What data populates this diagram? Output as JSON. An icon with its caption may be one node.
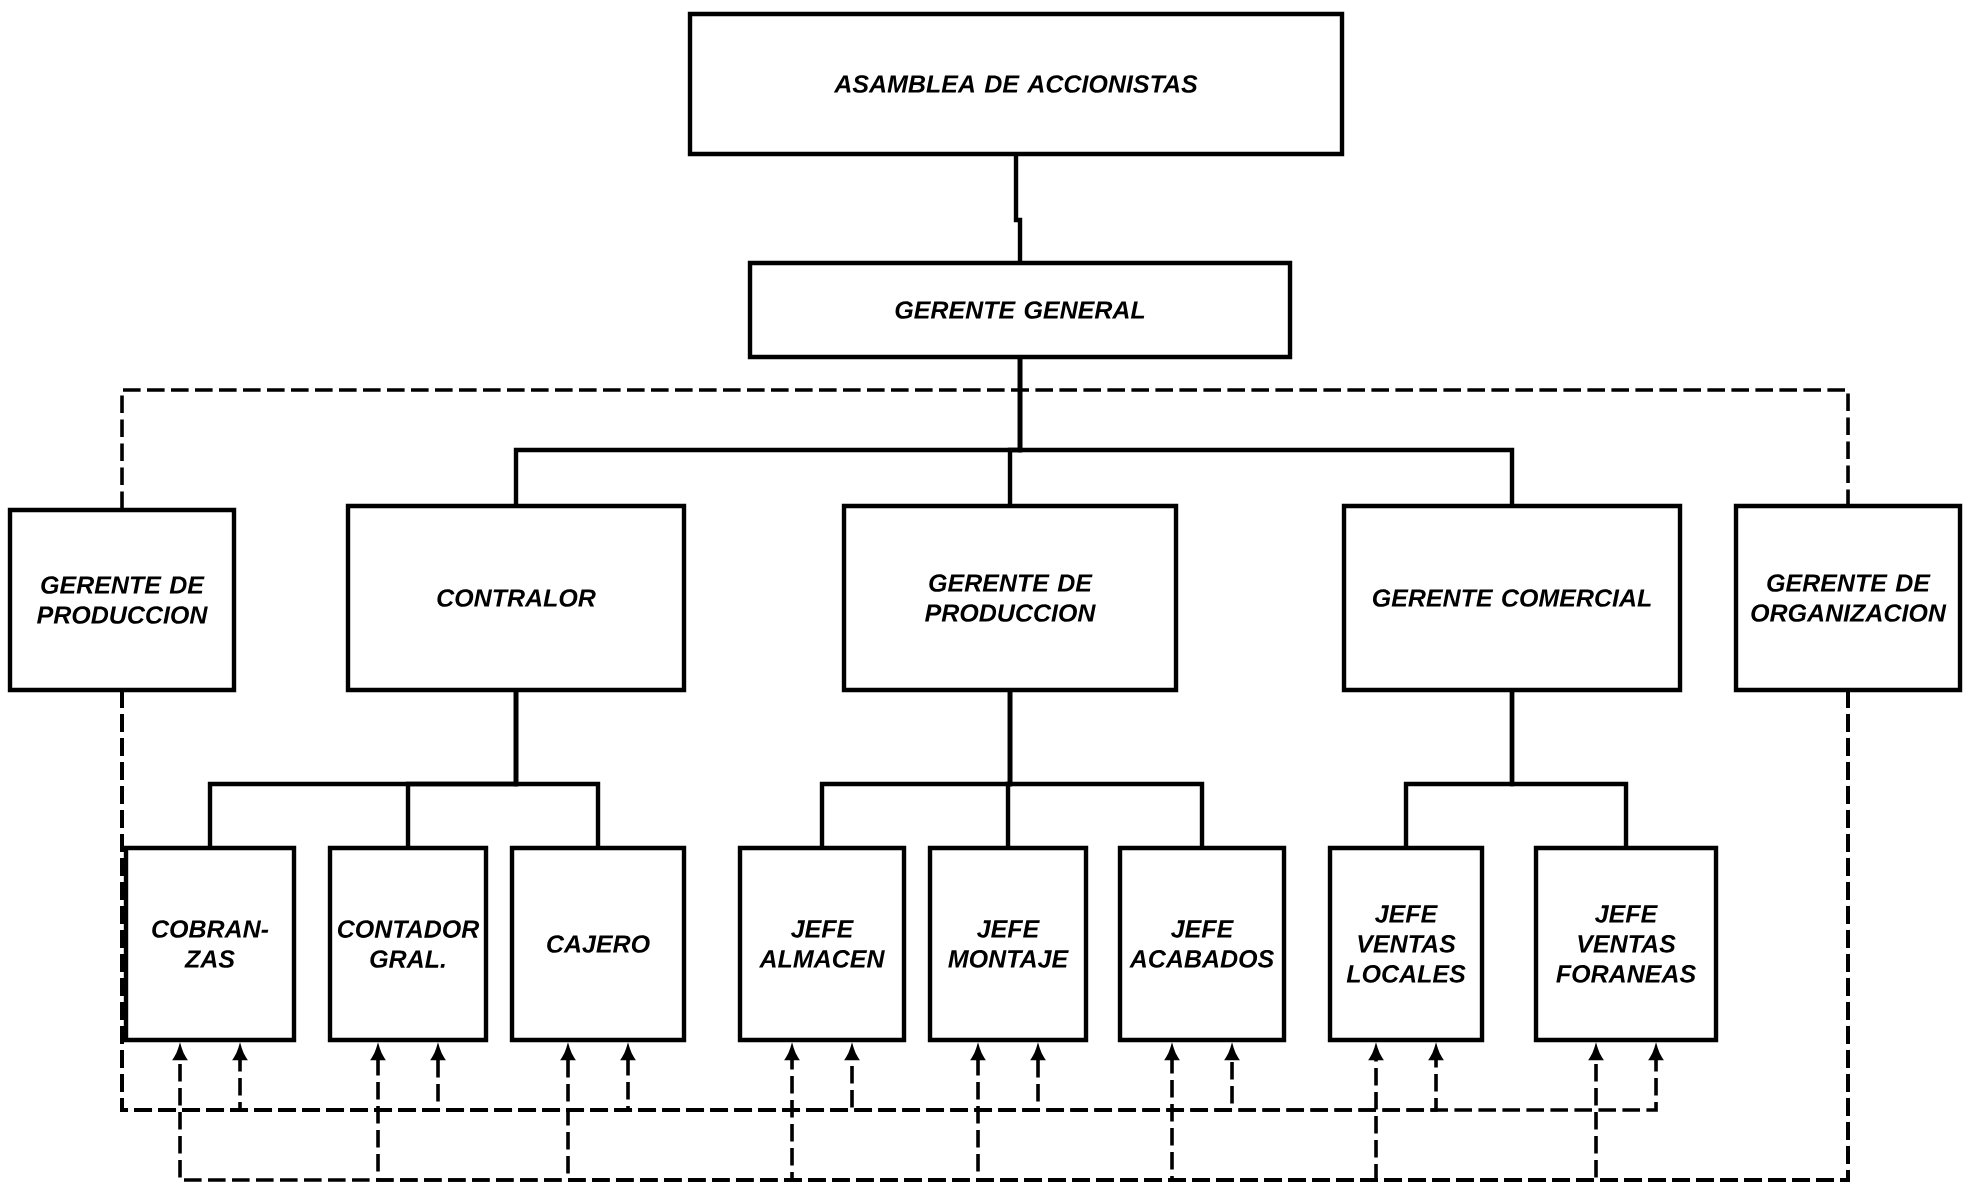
{
  "diagram": {
    "nodes": [
      {
        "text": [
          "ASAMBLEA DE ACCIONISTAS"
        ]
      },
      {
        "text": [
          "GERENTE GENERAL"
        ]
      },
      {
        "text": [
          "GERENTE DE PRODUCCION"
        ]
      },
      {
        "text": [
          "CONTRALOR"
        ]
      },
      {
        "text": [
          "GERENTE DE PRODUCCION"
        ]
      },
      {
        "text": [
          "GERENTE COMERCIAL"
        ]
      },
      {
        "text": [
          "GERENTE DE ORGANIZACION"
        ]
      },
      {
        "text": [
          "COBRAN- ZAS"
        ]
      },
      {
        "text": [
          "CONTADOR GRAL."
        ]
      },
      {
        "text": [
          "CAJERO"
        ]
      },
      {
        "text": [
          "JEFE ALMACEN"
        ]
      },
      {
        "text": [
          "JEFE MONTAJE"
        ]
      },
      {
        "text": [
          "JEFE ACABADOS"
        ]
      },
      {
        "text": [
          "JEFE VENTAS LOCALES"
        ]
      },
      {
        "text": [
          "JEFE VENTAS FORANEAS"
        ]
      }
    ],
    "edges": [
      {
        "from": 0,
        "to": 1,
        "arrow": "none"
      },
      {
        "from": 1,
        "to": 3,
        "arrow": "none"
      },
      {
        "from": 1,
        "to": 4,
        "arrow": "none"
      },
      {
        "from": 1,
        "to": 5,
        "arrow": "none"
      },
      {
        "from": 1,
        "to": 2,
        "arrow": "none",
        "style": "dashed"
      },
      {
        "from": 1,
        "to": 6,
        "arrow": "none",
        "style": "dashed"
      },
      {
        "from": 3,
        "to": 7,
        "arrow": "none"
      },
      {
        "from": 3,
        "to": 8,
        "arrow": "none"
      },
      {
        "from": 3,
        "to": 9,
        "arrow": "none"
      },
      {
        "from": 4,
        "to": 10,
        "arrow": "none"
      },
      {
        "from": 4,
        "to": 11,
        "arrow": "none"
      },
      {
        "from": 4,
        "to": 12,
        "arrow": "none"
      },
      {
        "from": 5,
        "to": 13,
        "arrow": "none"
      },
      {
        "from": 5,
        "to": 14,
        "arrow": "none"
      },
      {
        "from": 2,
        "to": 7,
        "arrow": "to",
        "style": "dashed"
      },
      {
        "from": 2,
        "to": 8,
        "arrow": "to",
        "style": "dashed"
      },
      {
        "from": 2,
        "to": 9,
        "arrow": "to",
        "style": "dashed"
      },
      {
        "from": 2,
        "to": 10,
        "arrow": "to",
        "style": "dashed"
      },
      {
        "from": 2,
        "to": 11,
        "arrow": "to",
        "style": "dashed"
      },
      {
        "from": 2,
        "to": 12,
        "arrow": "to",
        "style": "dashed"
      },
      {
        "from": 2,
        "to": 13,
        "arrow": "to",
        "style": "dashed"
      },
      {
        "from": 2,
        "to": 14,
        "arrow": "to",
        "style": "dashed"
      },
      {
        "from": 6,
        "to": 7,
        "arrow": "to",
        "style": "dashed"
      },
      {
        "from": 6,
        "to": 8,
        "arrow": "to",
        "style": "dashed"
      },
      {
        "from": 6,
        "to": 9,
        "arrow": "to",
        "style": "dashed"
      },
      {
        "from": 6,
        "to": 10,
        "arrow": "to",
        "style": "dashed"
      },
      {
        "from": 6,
        "to": 11,
        "arrow": "to",
        "style": "dashed"
      },
      {
        "from": 6,
        "to": 12,
        "arrow": "to",
        "style": "dashed"
      },
      {
        "from": 6,
        "to": 13,
        "arrow": "to",
        "style": "dashed"
      },
      {
        "from": 6,
        "to": 14,
        "arrow": "to",
        "style": "dashed"
      }
    ]
  }
}
